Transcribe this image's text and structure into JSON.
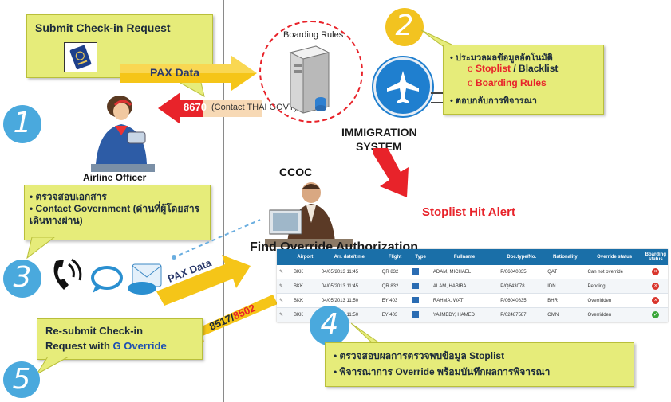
{
  "step1": {
    "number": "1",
    "title": "Submit Check-in Request"
  },
  "step2": {
    "number": "2",
    "bullets_intro": "ประมวลผลข้อมูลอัตโนมัติ",
    "sub1_a": "Stoplist",
    "sub1_sep": " / ",
    "sub1_b": "Blacklist",
    "sub2": "Boarding Rules",
    "bullet2": "ตอบกลับการพิจารณา"
  },
  "step3": {
    "number": "3",
    "bullet1": "ตรวจสอบเอกสาร",
    "bullet2": "Contact Government (ด่านที่ผู้โดยสารเดินทางผ่าน)"
  },
  "step4": {
    "number": "4",
    "bullet1": "ตรวจสอบผลการตรวจพบข้อมูล Stoplist",
    "bullet2": "พิจารณาการ Override พร้อมบันทึกผลการพิจารณา"
  },
  "step5": {
    "number": "5",
    "line1": "Re-submit Check-in",
    "line2_a": "Request with ",
    "line2_b": "G Override"
  },
  "labels": {
    "pax_data_top": "PAX Data",
    "code_8670": "8670",
    "contact_thai_govt": "(Contact THAI GOVT)",
    "boarding_rules": "Boarding Rules",
    "airline_officer": "Airline Officer",
    "immigration_line1": "IMMIGRATION",
    "immigration_line2": "SYSTEM",
    "ccoc": "CCOC",
    "stoplist_hit_alert": "Stoplist Hit Alert",
    "find_override": "Find Override Authorization",
    "pax_data_bottom": "PAX Data",
    "code_8517": "8517/",
    "code_8502": "8502"
  },
  "table": {
    "headers": [
      "",
      "Airport",
      "Arr. date/time",
      "Flight",
      "Type",
      "Fullname",
      "Doc.type/No.",
      "Nationality",
      "Override status",
      "Boarding status"
    ],
    "rows": [
      {
        "airport": "BKK",
        "datetime": "04/05/2013 11:45",
        "flight": "QR 832",
        "fullname": "ADAM, MICHAEL",
        "doc": "P/06040835",
        "nationality": "QAT",
        "override": "Can not override",
        "status": "denied"
      },
      {
        "airport": "BKK",
        "datetime": "04/05/2013 11:45",
        "flight": "QR 832",
        "fullname": "ALAM, HABIBA",
        "doc": "P/Q843078",
        "nationality": "IDN",
        "override": "Pending",
        "status": "denied"
      },
      {
        "airport": "BKK",
        "datetime": "04/05/2013 11:50",
        "flight": "EY 403",
        "fullname": "RAHMA, WAT",
        "doc": "P/06040835",
        "nationality": "BHR",
        "override": "Overridden",
        "status": "denied"
      },
      {
        "airport": "BKK",
        "datetime": "04/05/2013 11:50",
        "flight": "EY 403",
        "fullname": "YAJMEDY, HAMED",
        "doc": "P/02487587",
        "nationality": "OMN",
        "override": "Overridden",
        "status": "ok"
      }
    ]
  },
  "colors": {
    "callout": "#e6ec7a",
    "red": "#e8232a",
    "blue_header": "#1a6fa8",
    "arrow_yellow": "#f5c518",
    "step_number": "#4aa9dd"
  }
}
